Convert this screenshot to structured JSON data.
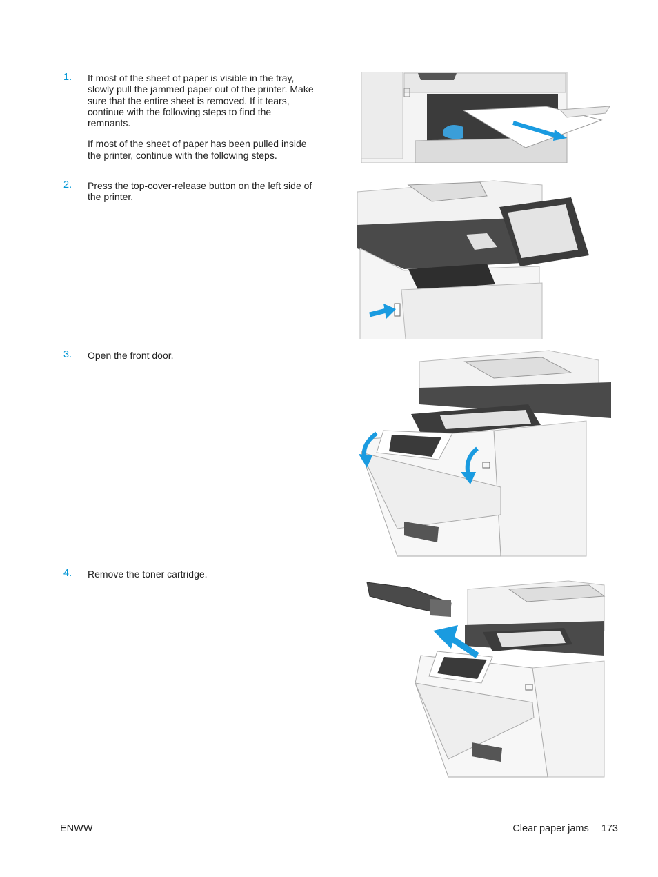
{
  "steps": [
    {
      "number": "1.",
      "paragraphs": [
        "If most of the sheet of paper is visible in the tray, slowly pull the jammed paper out of the printer. Make sure that the entire sheet is removed. If it tears, continue with the following steps to find the remnants.",
        "If most of the sheet of paper has been pulled inside the printer, continue with the following steps."
      ]
    },
    {
      "number": "2.",
      "paragraphs": [
        "Press the top-cover-release button on the left side of the printer."
      ]
    },
    {
      "number": "3.",
      "paragraphs": [
        "Open the front door."
      ]
    },
    {
      "number": "4.",
      "paragraphs": [
        "Remove the toner cartridge."
      ]
    }
  ],
  "footer": {
    "left": "ENWW",
    "section": "Clear paper jams",
    "page_number": "173"
  },
  "colors": {
    "accent": "#0096d6",
    "arrow": "#1a9be0",
    "text": "#222222"
  }
}
